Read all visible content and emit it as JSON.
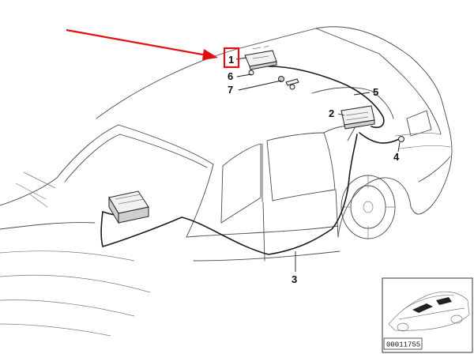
{
  "diagram": {
    "callouts": [
      {
        "id": "1",
        "label": "1"
      },
      {
        "id": "2",
        "label": "2"
      },
      {
        "id": "3",
        "label": "3"
      },
      {
        "id": "4",
        "label": "4"
      },
      {
        "id": "5",
        "label": "5"
      },
      {
        "id": "6",
        "label": "6"
      },
      {
        "id": "7",
        "label": "7"
      }
    ],
    "highlight_color": "#e01010",
    "line_color": "#1a1a1a",
    "inset": {
      "part_number": "00011755"
    }
  }
}
